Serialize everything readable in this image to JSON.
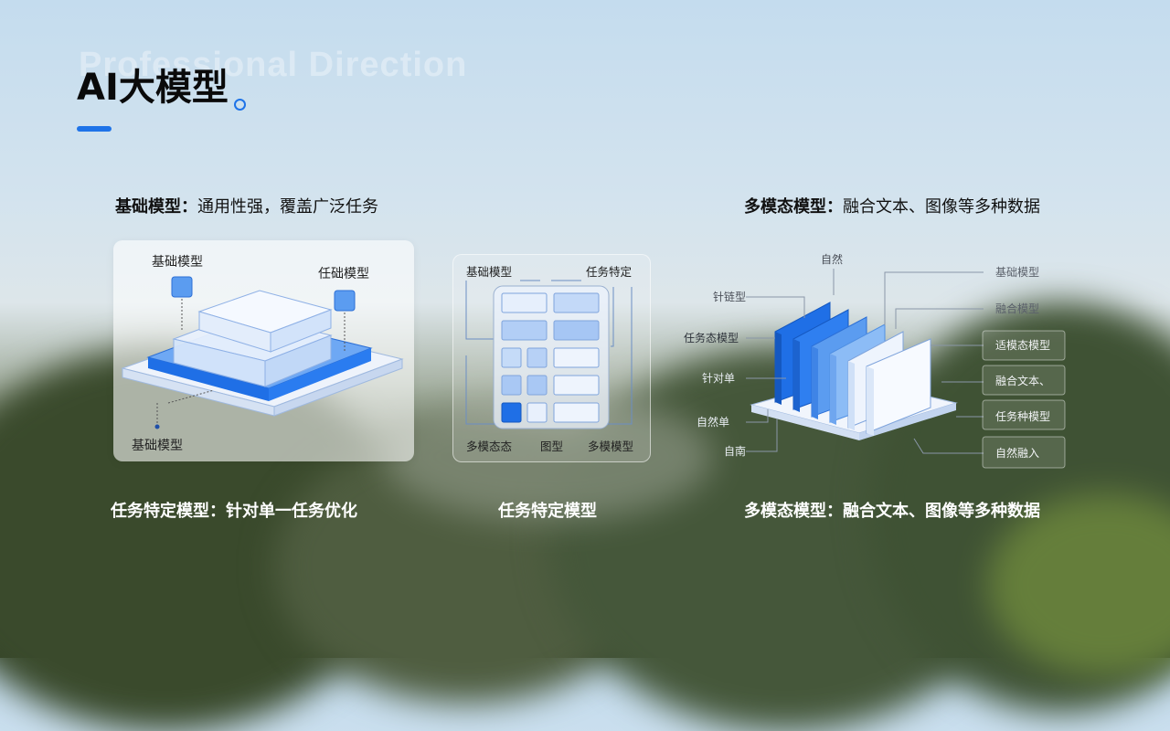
{
  "slide": {
    "title": "AI大模型",
    "ghost_text": "Professional Direction"
  },
  "captions": {
    "top_left_bold": "基础模型：",
    "top_left_rest": "通用性强，覆盖广泛任务",
    "top_right_bold": "多模态模型：",
    "top_right_rest": "融合文本、图像等多种数据",
    "bottom_left": "任务特定模型：针对单一任务优化",
    "bottom_center": "任务特定模型",
    "bottom_right": "多模态模型：融合文本、图像等多种数据"
  },
  "diagram_base": {
    "label_top_left": "基础模型",
    "label_top_right": "任础模型",
    "label_bottom": "基础模型"
  },
  "diagram_task": {
    "label_top_left": "基础模型",
    "label_top_right": "任务特定",
    "label_bottom_1": "多模态态",
    "label_bottom_2": "图型",
    "label_bottom_3": "多模模型"
  },
  "diagram_multi": {
    "left_labels": [
      "自然",
      "针链型",
      "任务态模型",
      "针对单",
      "自然单",
      "自南"
    ],
    "right_labels": [
      "基础模型",
      "融合模型",
      "适模态模型",
      "融合文本、",
      "任务种模型",
      "自然融入"
    ]
  },
  "colors": {
    "accent": "#1e73e8",
    "block_dark": "#1f6fe6",
    "block_mid": "#5b9cf0",
    "block_light": "#a9cbf6"
  }
}
